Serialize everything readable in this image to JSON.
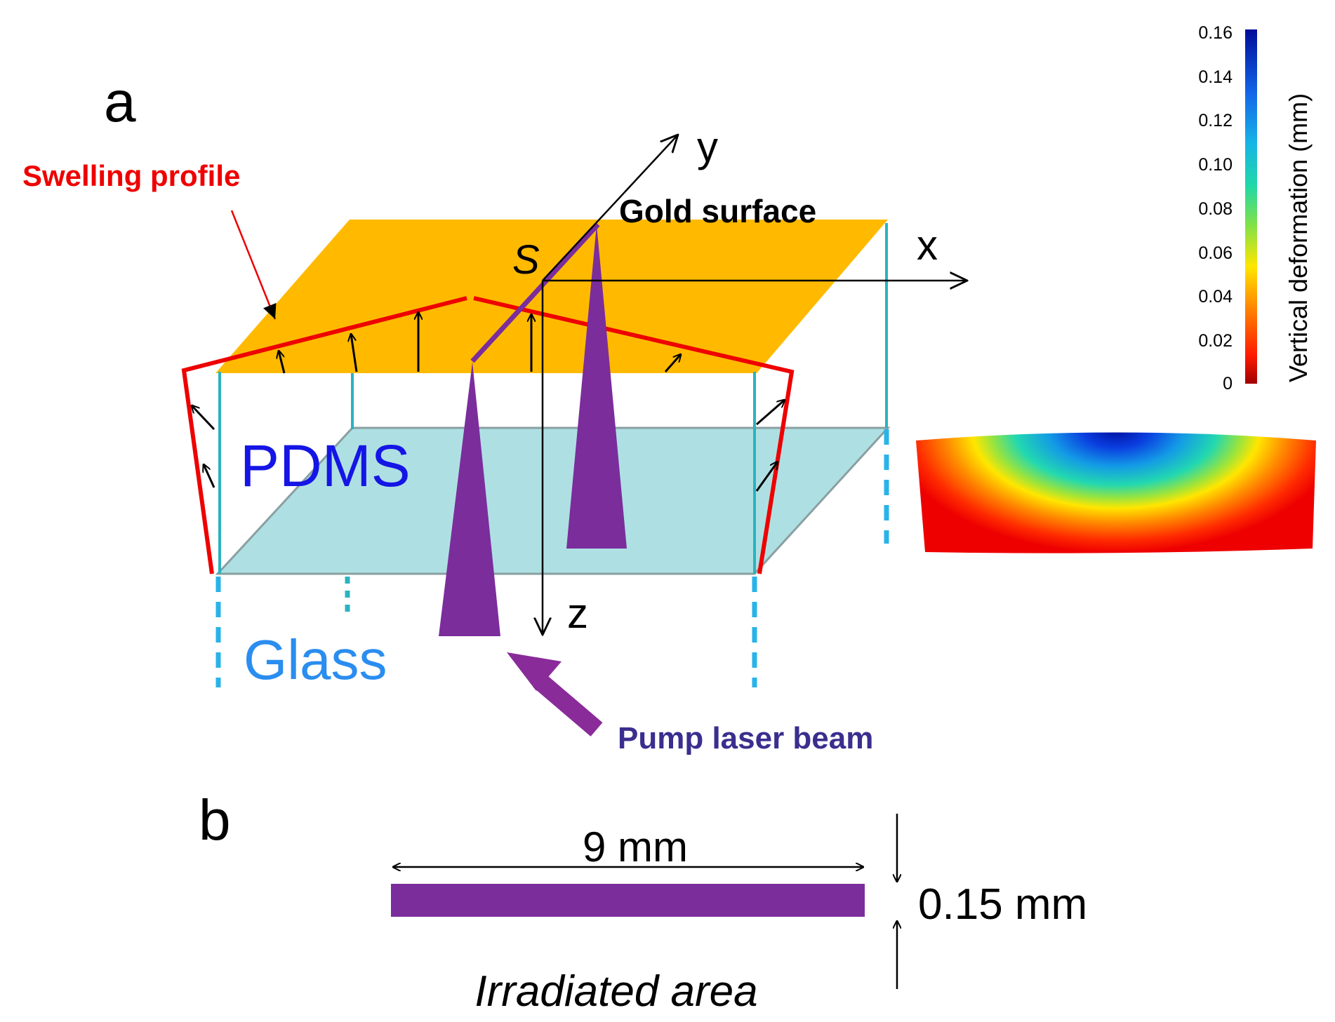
{
  "panel_a": {
    "label": "a",
    "swelling_profile_label": "Swelling profile",
    "gold_surface_label": "Gold surface",
    "pdms_label": "PDMS",
    "glass_label": "Glass",
    "pump_laser_label": "Pump laser beam",
    "axes": {
      "x": "x",
      "y": "y",
      "z": "z",
      "origin": "S"
    }
  },
  "colorbar": {
    "title": "Vertical deformation (mm)",
    "ticks": [
      "0.16",
      "0.14",
      "0.12",
      "0.10",
      "0.08",
      "0.06",
      "0.04",
      "0.02",
      "0"
    ]
  },
  "panel_b": {
    "label": "b",
    "width_label": "9 mm",
    "height_label": "0.15 mm",
    "caption": "Irradiated area"
  },
  "colors": {
    "gold": "#FFBA00",
    "pdms": "#AEE0E3",
    "profile": "#EE0000",
    "laser": "#7B2D9C",
    "glass_dash": "#29B3E8",
    "pdms_text": "#1515E6",
    "glass_text": "#2A8DF0",
    "pump_text": "#3A2E8E"
  }
}
